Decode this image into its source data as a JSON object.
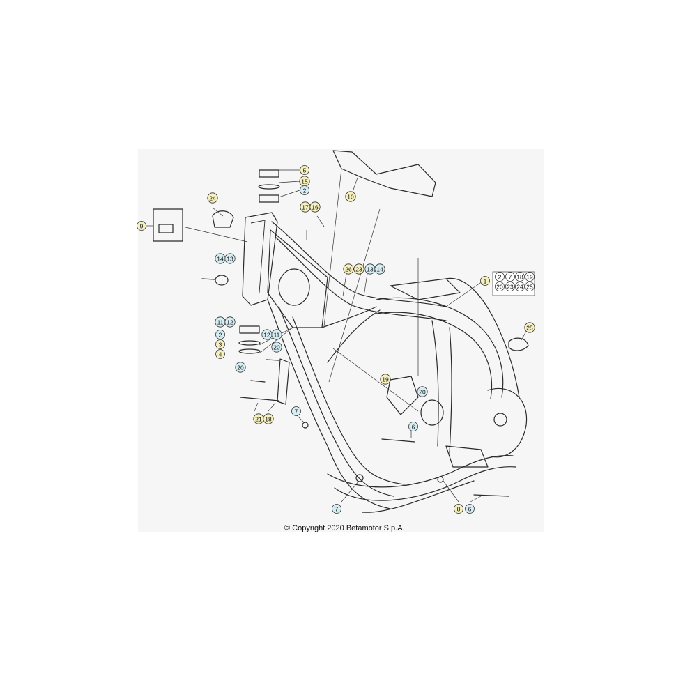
{
  "copyright": "© Copyright 2020 Betamotor S.p.A.",
  "colors": {
    "yellow": "#f6f0bf",
    "blue": "#d6eef3",
    "box": "#ffffff",
    "panel": "#f6f6f6"
  },
  "callouts": [
    {
      "id": "c5",
      "label": "5",
      "color": "yellow"
    },
    {
      "id": "c15",
      "label": "15",
      "color": "yellow"
    },
    {
      "id": "c2a",
      "label": "2",
      "color": "blue"
    },
    {
      "id": "c10",
      "label": "10",
      "color": "yellow"
    },
    {
      "id": "c24",
      "label": "24",
      "color": "yellow"
    },
    {
      "id": "c17",
      "label": "17",
      "color": "yellow"
    },
    {
      "id": "c16",
      "label": "16",
      "color": "yellow"
    },
    {
      "id": "c9",
      "label": "9",
      "color": "yellow"
    },
    {
      "id": "c14a",
      "label": "14",
      "color": "blue"
    },
    {
      "id": "c13a",
      "label": "13",
      "color": "blue"
    },
    {
      "id": "c26",
      "label": "26",
      "color": "yellow"
    },
    {
      "id": "c23",
      "label": "23",
      "color": "yellow"
    },
    {
      "id": "c13b",
      "label": "13",
      "color": "blue"
    },
    {
      "id": "c14b",
      "label": "14",
      "color": "blue"
    },
    {
      "id": "c1",
      "label": "1",
      "color": "yellow"
    },
    {
      "id": "c11a",
      "label": "11",
      "color": "blue"
    },
    {
      "id": "c12a",
      "label": "12",
      "color": "blue"
    },
    {
      "id": "c12b",
      "label": "12",
      "color": "blue"
    },
    {
      "id": "c11b",
      "label": "11",
      "color": "blue"
    },
    {
      "id": "c2b",
      "label": "2",
      "color": "blue"
    },
    {
      "id": "c3",
      "label": "3",
      "color": "yellow"
    },
    {
      "id": "c4",
      "label": "4",
      "color": "yellow"
    },
    {
      "id": "c20a",
      "label": "20",
      "color": "blue"
    },
    {
      "id": "c20b",
      "label": "20",
      "color": "blue"
    },
    {
      "id": "c25",
      "label": "25",
      "color": "yellow"
    },
    {
      "id": "c19",
      "label": "19",
      "color": "yellow"
    },
    {
      "id": "c20c",
      "label": "20",
      "color": "blue"
    },
    {
      "id": "c21",
      "label": "21",
      "color": "yellow"
    },
    {
      "id": "c18",
      "label": "18",
      "color": "yellow"
    },
    {
      "id": "c7a",
      "label": "7",
      "color": "blue"
    },
    {
      "id": "c6a",
      "label": "6",
      "color": "blue"
    },
    {
      "id": "c7b",
      "label": "7",
      "color": "blue"
    },
    {
      "id": "c8",
      "label": "8",
      "color": "yellow"
    },
    {
      "id": "c6b",
      "label": "6",
      "color": "blue"
    }
  ],
  "kit_box": {
    "items": [
      "2",
      "7",
      "18",
      "19",
      "20",
      "23",
      "24",
      "25"
    ]
  }
}
